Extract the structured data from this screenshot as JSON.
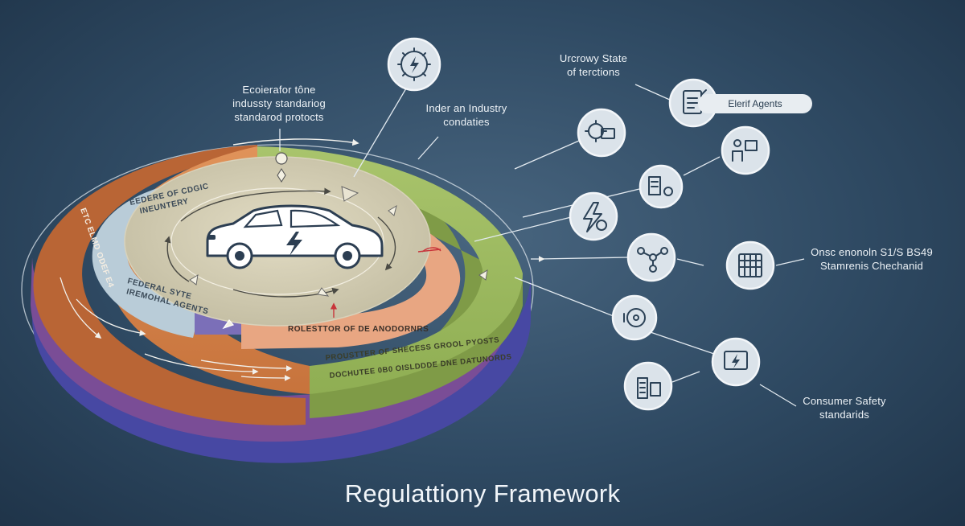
{
  "diagram": {
    "title": "Regulattiony Framework",
    "callouts": {
      "top_left": "Ecoierafor tône\nindussty standariog\nstandarod protocts",
      "top_middle": "Inder an Industry\ncondaties",
      "top_right": "Urcrowy State\nof terctions",
      "pill": "Elerif Agents",
      "right_middle": "Onsc enonoln S1/S BS49\nStamrenis Chechanid",
      "bottom_right": "Consumer Safety\nstandarids"
    },
    "ring_labels": {
      "blue_ring_top": "EEDERE OF CDGIC\nINEUNTERY",
      "blue_ring_bottom": "FEDERAL SYTE\nIREMOHAL AGENTS",
      "orange_ring_side": "ETC ELMD ODEF E4",
      "inner_bottom": "ROLESTTOR OF DE ANODORNRS",
      "green_bottom_1": "PROUSTTER OF SHECESS GROOL PYOSTS",
      "green_bottom_2": "DOCHUTEE 0B0 OISLDDDE DNE DATUNORDS"
    },
    "colors": {
      "background": "#2f4a63",
      "outer_ring_orange": "#d9874a",
      "outer_ring_green": "#9fba63",
      "inner_ring_blue": "#b9ccd8",
      "inner_ring_peach": "#e8a682",
      "center_disc": "#cfcab2",
      "base_purple": "#7a4d96",
      "base_blue": "#4748a3"
    },
    "nodes": [
      {
        "name": "gear-lightning-icon"
      },
      {
        "name": "gear-monitor-icon"
      },
      {
        "name": "document-checklist-icon"
      },
      {
        "name": "person-board-icon"
      },
      {
        "name": "server-gear-icon"
      },
      {
        "name": "lightning-gear-icon"
      },
      {
        "name": "network-nodes-icon"
      },
      {
        "name": "calendar-grid-icon"
      },
      {
        "name": "speaker-disc-icon"
      },
      {
        "name": "folder-charge-icon"
      },
      {
        "name": "building-monitor-icon"
      }
    ]
  }
}
